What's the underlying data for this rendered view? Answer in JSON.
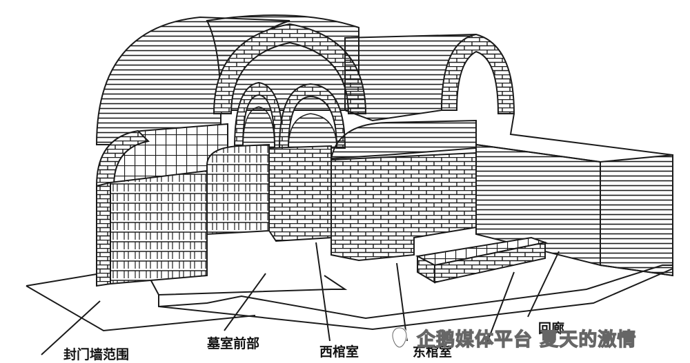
{
  "labels": {
    "sealing_wall": "封门墙范围",
    "front_chamber": "墓室前部",
    "west_coffin_room": "西棺室",
    "east_coffin_room": "东棺室",
    "corridor": "回廊"
  },
  "watermark": {
    "text": "企鹅媒体平台 夏天的激情",
    "icon": "penguin-logo-icon"
  },
  "colors": {
    "ink": "#1a1a1a",
    "paper": "#ffffff"
  }
}
